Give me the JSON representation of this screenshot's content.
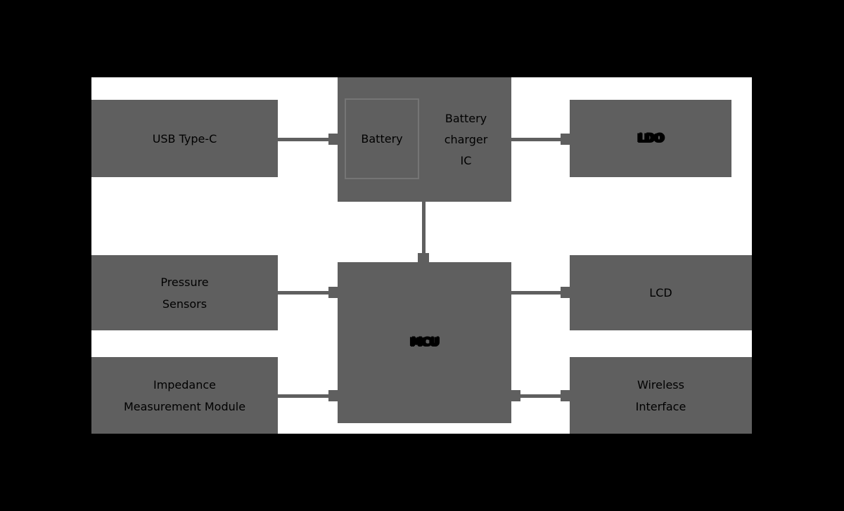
{
  "diagram": {
    "type": "block-diagram",
    "colors": {
      "background": "#000000",
      "paper": "#ffffff",
      "block_fill": "#5f5f5f",
      "block_text": "#000000",
      "inner_box_border": "#757575",
      "wire": "#5f5f5f"
    },
    "blocks": {
      "usb": {
        "label": "USB Type-C"
      },
      "charger": {
        "label": "Battery\ncharger\nIC"
      },
      "battery": {
        "label": "Battery"
      },
      "ldo": {
        "label": "LDO"
      },
      "pressure": {
        "label": "Pressure\nSensors"
      },
      "mcu": {
        "label": "MCU"
      },
      "lcd": {
        "label": "LCD"
      },
      "impedance": {
        "label": "Impedance\nMeasurement Module"
      },
      "wireless": {
        "label": "Wireless\nInterface"
      }
    },
    "connections": [
      {
        "from": "USB Type-C",
        "to": "Battery charger IC",
        "style": "line-with-end-pin"
      },
      {
        "from": "Battery charger IC",
        "to": "LDO",
        "style": "line-with-end-pin"
      },
      {
        "from": "Battery charger IC",
        "to": "MCU",
        "style": "line-with-end-pin"
      },
      {
        "from": "Pressure Sensors",
        "to": "MCU",
        "style": "line-with-end-pin"
      },
      {
        "from": "MCU",
        "to": "LCD",
        "style": "line-with-end-pin"
      },
      {
        "from": "Impedance Measurement Module",
        "to": "MCU",
        "style": "line-with-end-pin"
      },
      {
        "from": "MCU",
        "to": "Wireless Interface",
        "style": "line-with-pins-both-ends"
      }
    ]
  }
}
